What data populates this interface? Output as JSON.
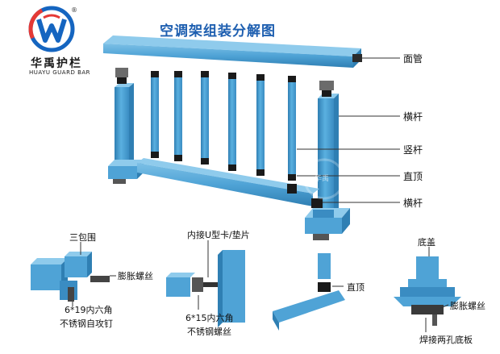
{
  "title": "空调架组装分解图",
  "brand": {
    "name": "华禹护栏",
    "subtitle": "HUAYU GUARD BAR",
    "registered": "®"
  },
  "watermark": "华禹",
  "labels": {
    "top_tube": "面管",
    "rail_upper": "横杆",
    "vertical_bar": "竖杆",
    "straight_cap": "直顶",
    "rail_lower": "横杆",
    "three_wrap": "三包围",
    "expansion_screw_left": "膨胀螺丝",
    "hex_screw_line1": "6*19内六角",
    "hex_screw_line2": "不锈钢自攻钉",
    "u_clip": "内接U型卡/垫片",
    "hex_bolt_line1": "6*15内六角",
    "hex_bolt_line2": "不锈钢螺丝",
    "straight_cap_detail": "直顶",
    "base_cover": "底盖",
    "expansion_screw_right": "膨胀螺丝",
    "base_plate": "焊接两孔底板"
  },
  "colors": {
    "tube": "#4fa3d6",
    "tube_dark": "#2f7fb3",
    "tube_light": "#7cc0e6",
    "title": "#1e5fb0",
    "logo_blue": "#1565c0",
    "logo_red": "#e53935"
  }
}
